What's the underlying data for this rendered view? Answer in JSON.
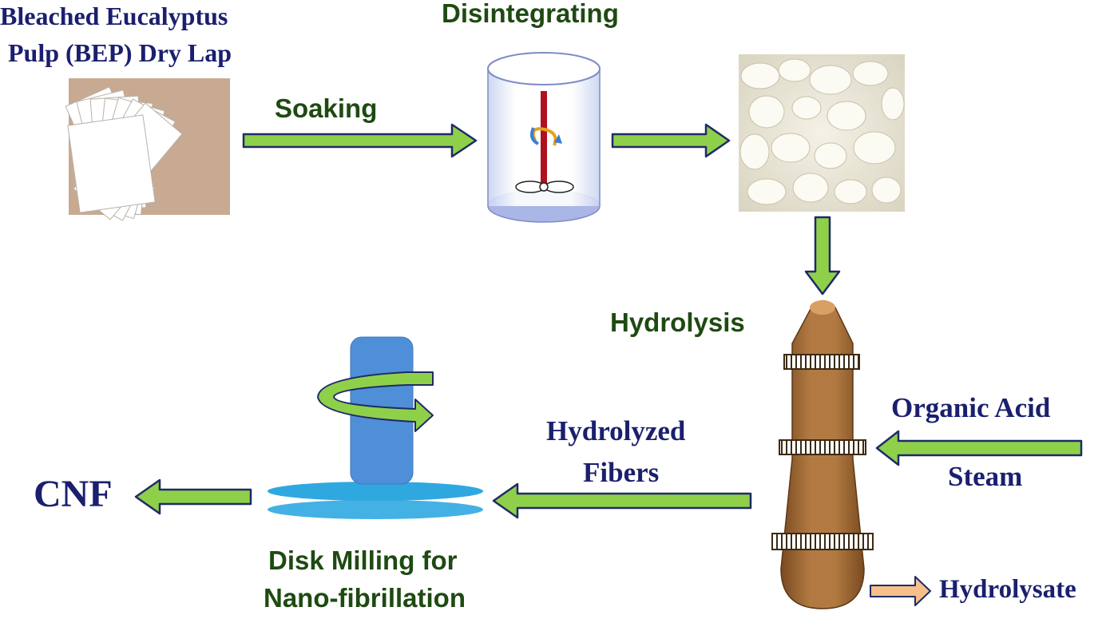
{
  "labels": {
    "source_line1": "Bleached Eucalyptus",
    "source_line2": "Pulp (BEP) Dry Lap",
    "soaking": "Soaking",
    "disintegrating": "Disintegrating",
    "hydrolysis": "Hydrolysis",
    "organic_acid": "Organic Acid",
    "steam": "Steam",
    "hydrolysate": "Hydrolysate",
    "hydrolyzed_line1": "Hydrolyzed",
    "hydrolyzed_line2": "Fibers",
    "cnf": "CNF",
    "disk_line1": "Disk Milling for",
    "disk_line2": "Nano-fibrillation"
  },
  "colors": {
    "arrow_fill": "#8fd04a",
    "arrow_stroke": "#1f2a68",
    "label_navy": "#1a1f6e",
    "label_green": "#1e4a12",
    "reactor_brown": "#a8703a",
    "mill_blue": "#4f8fd8",
    "disk_cyan": "#2fa8e0",
    "hydrolysate_arrow": "#f6c08a"
  }
}
